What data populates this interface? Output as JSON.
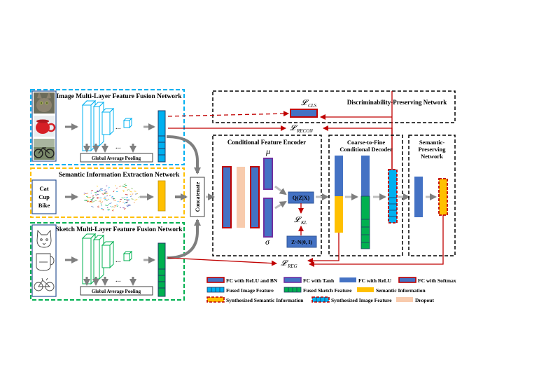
{
  "image_branch": {
    "title": "Image Multi-Layer Feature Fusion Network",
    "pool_label": "Global Average Pooling",
    "dots": "...",
    "photos": [
      "cat-photo",
      "cup-photo",
      "bike-photo"
    ]
  },
  "semantic_branch": {
    "title": "Semantic Information Extraction Network",
    "words": [
      "Cat",
      "Cup",
      "Bike"
    ]
  },
  "sketch_branch": {
    "title": "Sketch Multi-Layer Feature Fusion Network",
    "pool_label": "Global Average Pooling",
    "dots": "...",
    "sketches": [
      "cat-sketch",
      "cup-sketch",
      "bike-sketch"
    ]
  },
  "concat_label": "Concatenate",
  "top_box": {
    "title": "Discriminability-Preserving Network",
    "loss_cls": "𝓛",
    "loss_cls_sub": "CLS",
    "loss_recon": "𝓛",
    "loss_recon_sub": "RECON"
  },
  "encoder": {
    "title": "Conditional Feature Encoder",
    "mu": "μ",
    "sigma": "σ",
    "qz": "Q(Z|X)",
    "loss_kl": "𝓛",
    "loss_kl_sub": "KL",
    "prior": "Z~N(0, I)"
  },
  "decoder": {
    "title_line1": "Coarse-to-Fine",
    "title_line2": "Conditional Decoder"
  },
  "semantic_net": {
    "title_line1": "Semantic-",
    "title_line2": "Preserving",
    "title_line3": "Network"
  },
  "loss_reg": "𝓛",
  "loss_reg_sub": "REG",
  "legend": [
    "FC with ReLU and BN",
    "FC with Tanh",
    "FC with ReLU",
    "FC with Softmax",
    "Fused Image Feature",
    "Fused Sketch Feature",
    "Semantic Information",
    "Synthesized Semantic Information",
    "Synthesized Image Feature",
    "Dropout"
  ],
  "colors": {
    "fc_blue": "#4472c4",
    "border_red": "#c00000",
    "tanh_purple": "#7030a0",
    "image_feature": "#00b0f0",
    "sketch_feature": "#00b050",
    "semantic_yellow": "#ffc000",
    "dropout_peach": "#f8cbad",
    "image_box_border": "#00b0f0",
    "semantic_box_border": "#ffc000",
    "sketch_box_border": "#00b050"
  }
}
